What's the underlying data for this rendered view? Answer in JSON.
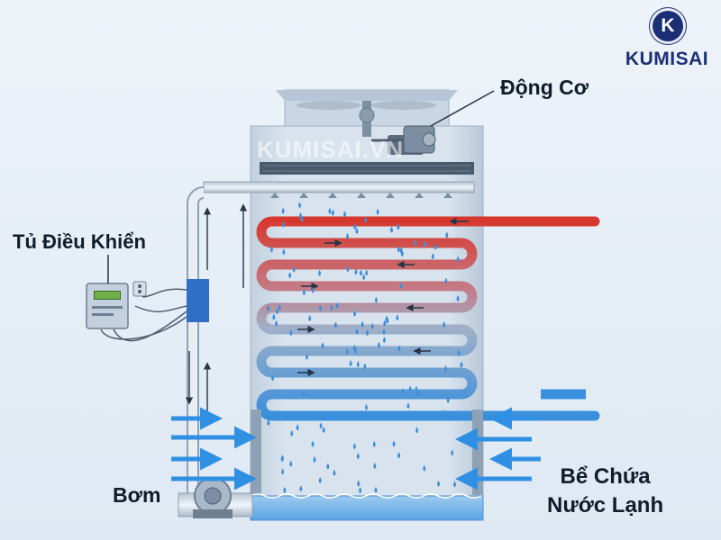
{
  "brand": {
    "badge": "K",
    "name": "KUMISAI"
  },
  "watermark": "KUMISAI.VN",
  "labels": {
    "motor": "Động Cơ",
    "control_cabinet": "Tủ Điều Khiển",
    "pump": "Bơm",
    "tank_line1": "Bể Chứa",
    "tank_line2": "Nước Lạnh"
  },
  "colors": {
    "hot_water": "#d7382e",
    "cold_water": "#3a8fdc",
    "air_flow": "#2f8fe3",
    "frame": "#c4d2e0",
    "water_drop": "#3f8fd8"
  },
  "icons": [
    "fan-icon",
    "motor-icon",
    "sprinkler-icon",
    "pump-icon",
    "control-panel-icon",
    "airflow-arrow-icon",
    "water-drop-icon"
  ]
}
